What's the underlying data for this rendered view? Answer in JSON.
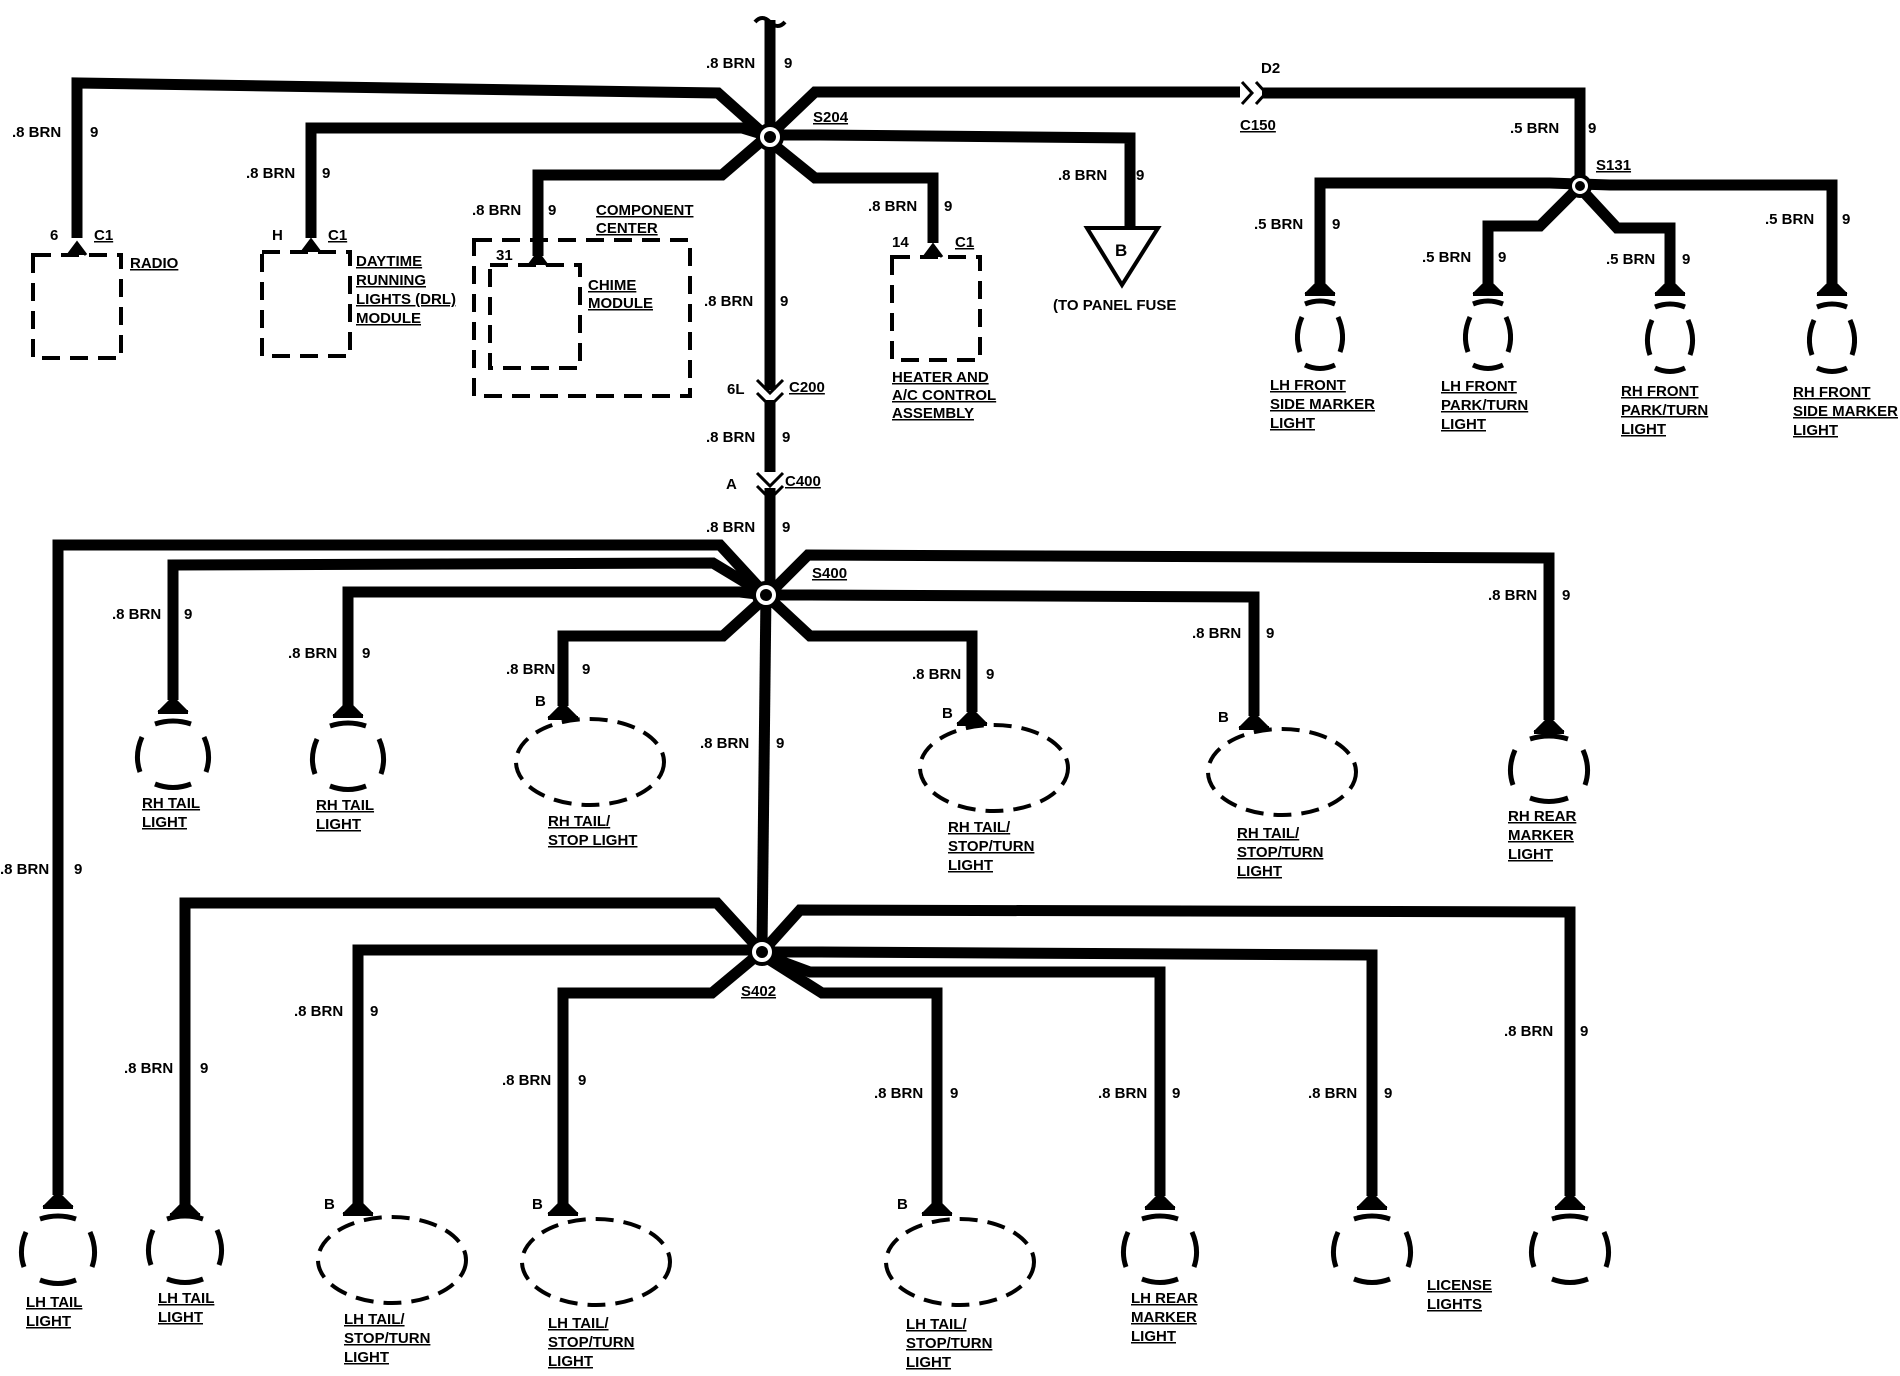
{
  "wire": {
    "spec8": ".8 BRN",
    "spec5": ".5 BRN",
    "circuit": "9"
  },
  "splices": {
    "s204": "S204",
    "s131": "S131",
    "s400": "S400",
    "s402": "S402"
  },
  "connectors": {
    "c150_label": "C150",
    "c150_pin": "D2",
    "c200_label": "C200",
    "c200_pin": "6L",
    "c400_label": "C400",
    "c400_pin": "A",
    "c1": "C1",
    "radio_pin": "6",
    "drl_pin": "H",
    "chime_pin": "31",
    "hvac_pin": "14",
    "pin_b": "B"
  },
  "components": {
    "radio": "RADIO",
    "drl": [
      "DAYTIME",
      "RUNNING",
      "LIGHTS (DRL)",
      "MODULE"
    ],
    "component_center": [
      "COMPONENT",
      "CENTER"
    ],
    "chime": [
      "CHIME",
      "MODULE"
    ],
    "hvac": [
      "HEATER AND",
      "A/C CONTROL",
      "ASSEMBLY"
    ],
    "panel_fuse_symbol": "B",
    "panel_fuse": "(TO PANEL FUSE"
  },
  "lights": {
    "lh_front_side_marker": [
      "LH FRONT",
      "SIDE MARKER",
      "LIGHT"
    ],
    "lh_front_park_turn": [
      "LH FRONT",
      "PARK/TURN",
      "LIGHT"
    ],
    "rh_front_park_turn": [
      "RH FRONT",
      "PARK/TURN",
      "LIGHT"
    ],
    "rh_front_side_marker": [
      "RH FRONT",
      "SIDE MARKER",
      "LIGHT"
    ],
    "rh_tail_1": [
      "RH TAIL",
      "LIGHT"
    ],
    "rh_tail_2": [
      "RH TAIL",
      "LIGHT"
    ],
    "rh_tail_stop": [
      "RH TAIL/",
      "STOP LIGHT"
    ],
    "rh_tail_stop_turn_1": [
      "RH TAIL/",
      "STOP/TURN",
      "LIGHT"
    ],
    "rh_tail_stop_turn_2": [
      "RH TAIL/",
      "STOP/TURN",
      "LIGHT"
    ],
    "rh_rear_marker": [
      "RH REAR",
      "MARKER",
      "LIGHT"
    ],
    "lh_tail_1": [
      "LH TAIL",
      "LIGHT"
    ],
    "lh_tail_2": [
      "LH TAIL",
      "LIGHT"
    ],
    "lh_tail_stop_turn_1": [
      "LH TAIL/",
      "STOP/TURN",
      "LIGHT"
    ],
    "lh_tail_stop_turn_2": [
      "LH TAIL/",
      "STOP/TURN",
      "LIGHT"
    ],
    "lh_tail_stop_turn_3": [
      "LH TAIL/",
      "STOP/TURN",
      "LIGHT"
    ],
    "lh_rear_marker": [
      "LH REAR",
      "MARKER",
      "LIGHT"
    ],
    "license": [
      "LICENSE",
      "LIGHTS"
    ]
  }
}
